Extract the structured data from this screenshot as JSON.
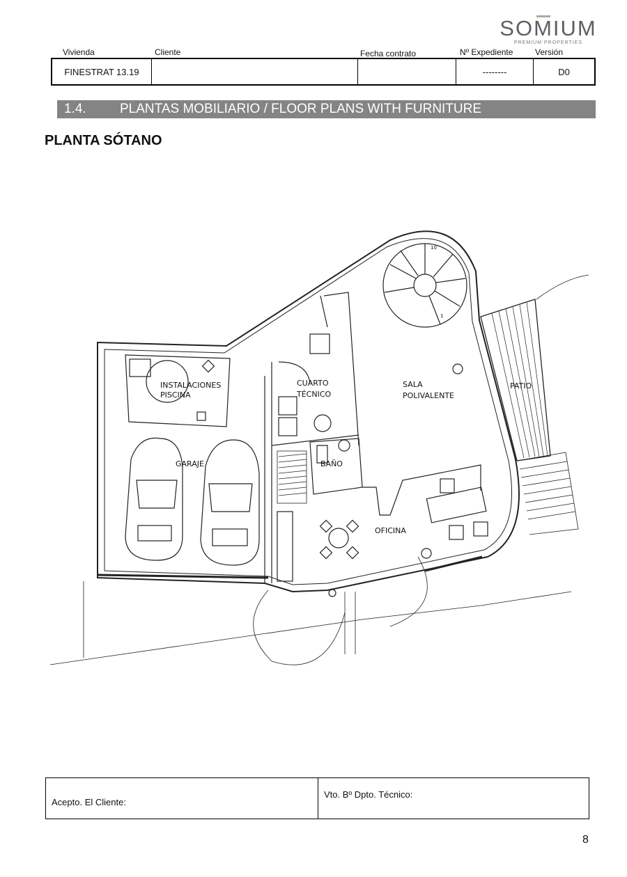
{
  "logo": {
    "name": "SOMIUM",
    "tagline": "PREMIUM PROPERTIES"
  },
  "header": {
    "labels": [
      "Vivienda",
      "Cliente",
      "Fecha contrato",
      "Nº Expediente",
      "Versión"
    ],
    "values": [
      "FINESTRAT 13.19",
      "",
      "",
      "--------",
      "D0"
    ]
  },
  "section": {
    "number": "1.4.",
    "title": "PLANTAS MOBILIARIO / FLOOR PLANS WITH FURNITURE"
  },
  "plan_title": "PLANTA SÓTANO",
  "rooms": {
    "instalaciones_1": "INSTALACIONES",
    "instalaciones_2": "PISCINA",
    "cuarto_1": "CUARTO",
    "cuarto_2": "TÉCNICO",
    "sala_1": "SALA",
    "sala_2": "POLIVALENTE",
    "patio": "PATIO",
    "garaje": "GARAJE",
    "bano": "BAÑO",
    "oficina": "OFICINA",
    "stair_top": "10",
    "stair_bottom": "1"
  },
  "footer": {
    "cliente": "Acepto. El Cliente:",
    "tecnico": "Vto. Bº  Dpto. Técnico:"
  },
  "page_number": "8"
}
